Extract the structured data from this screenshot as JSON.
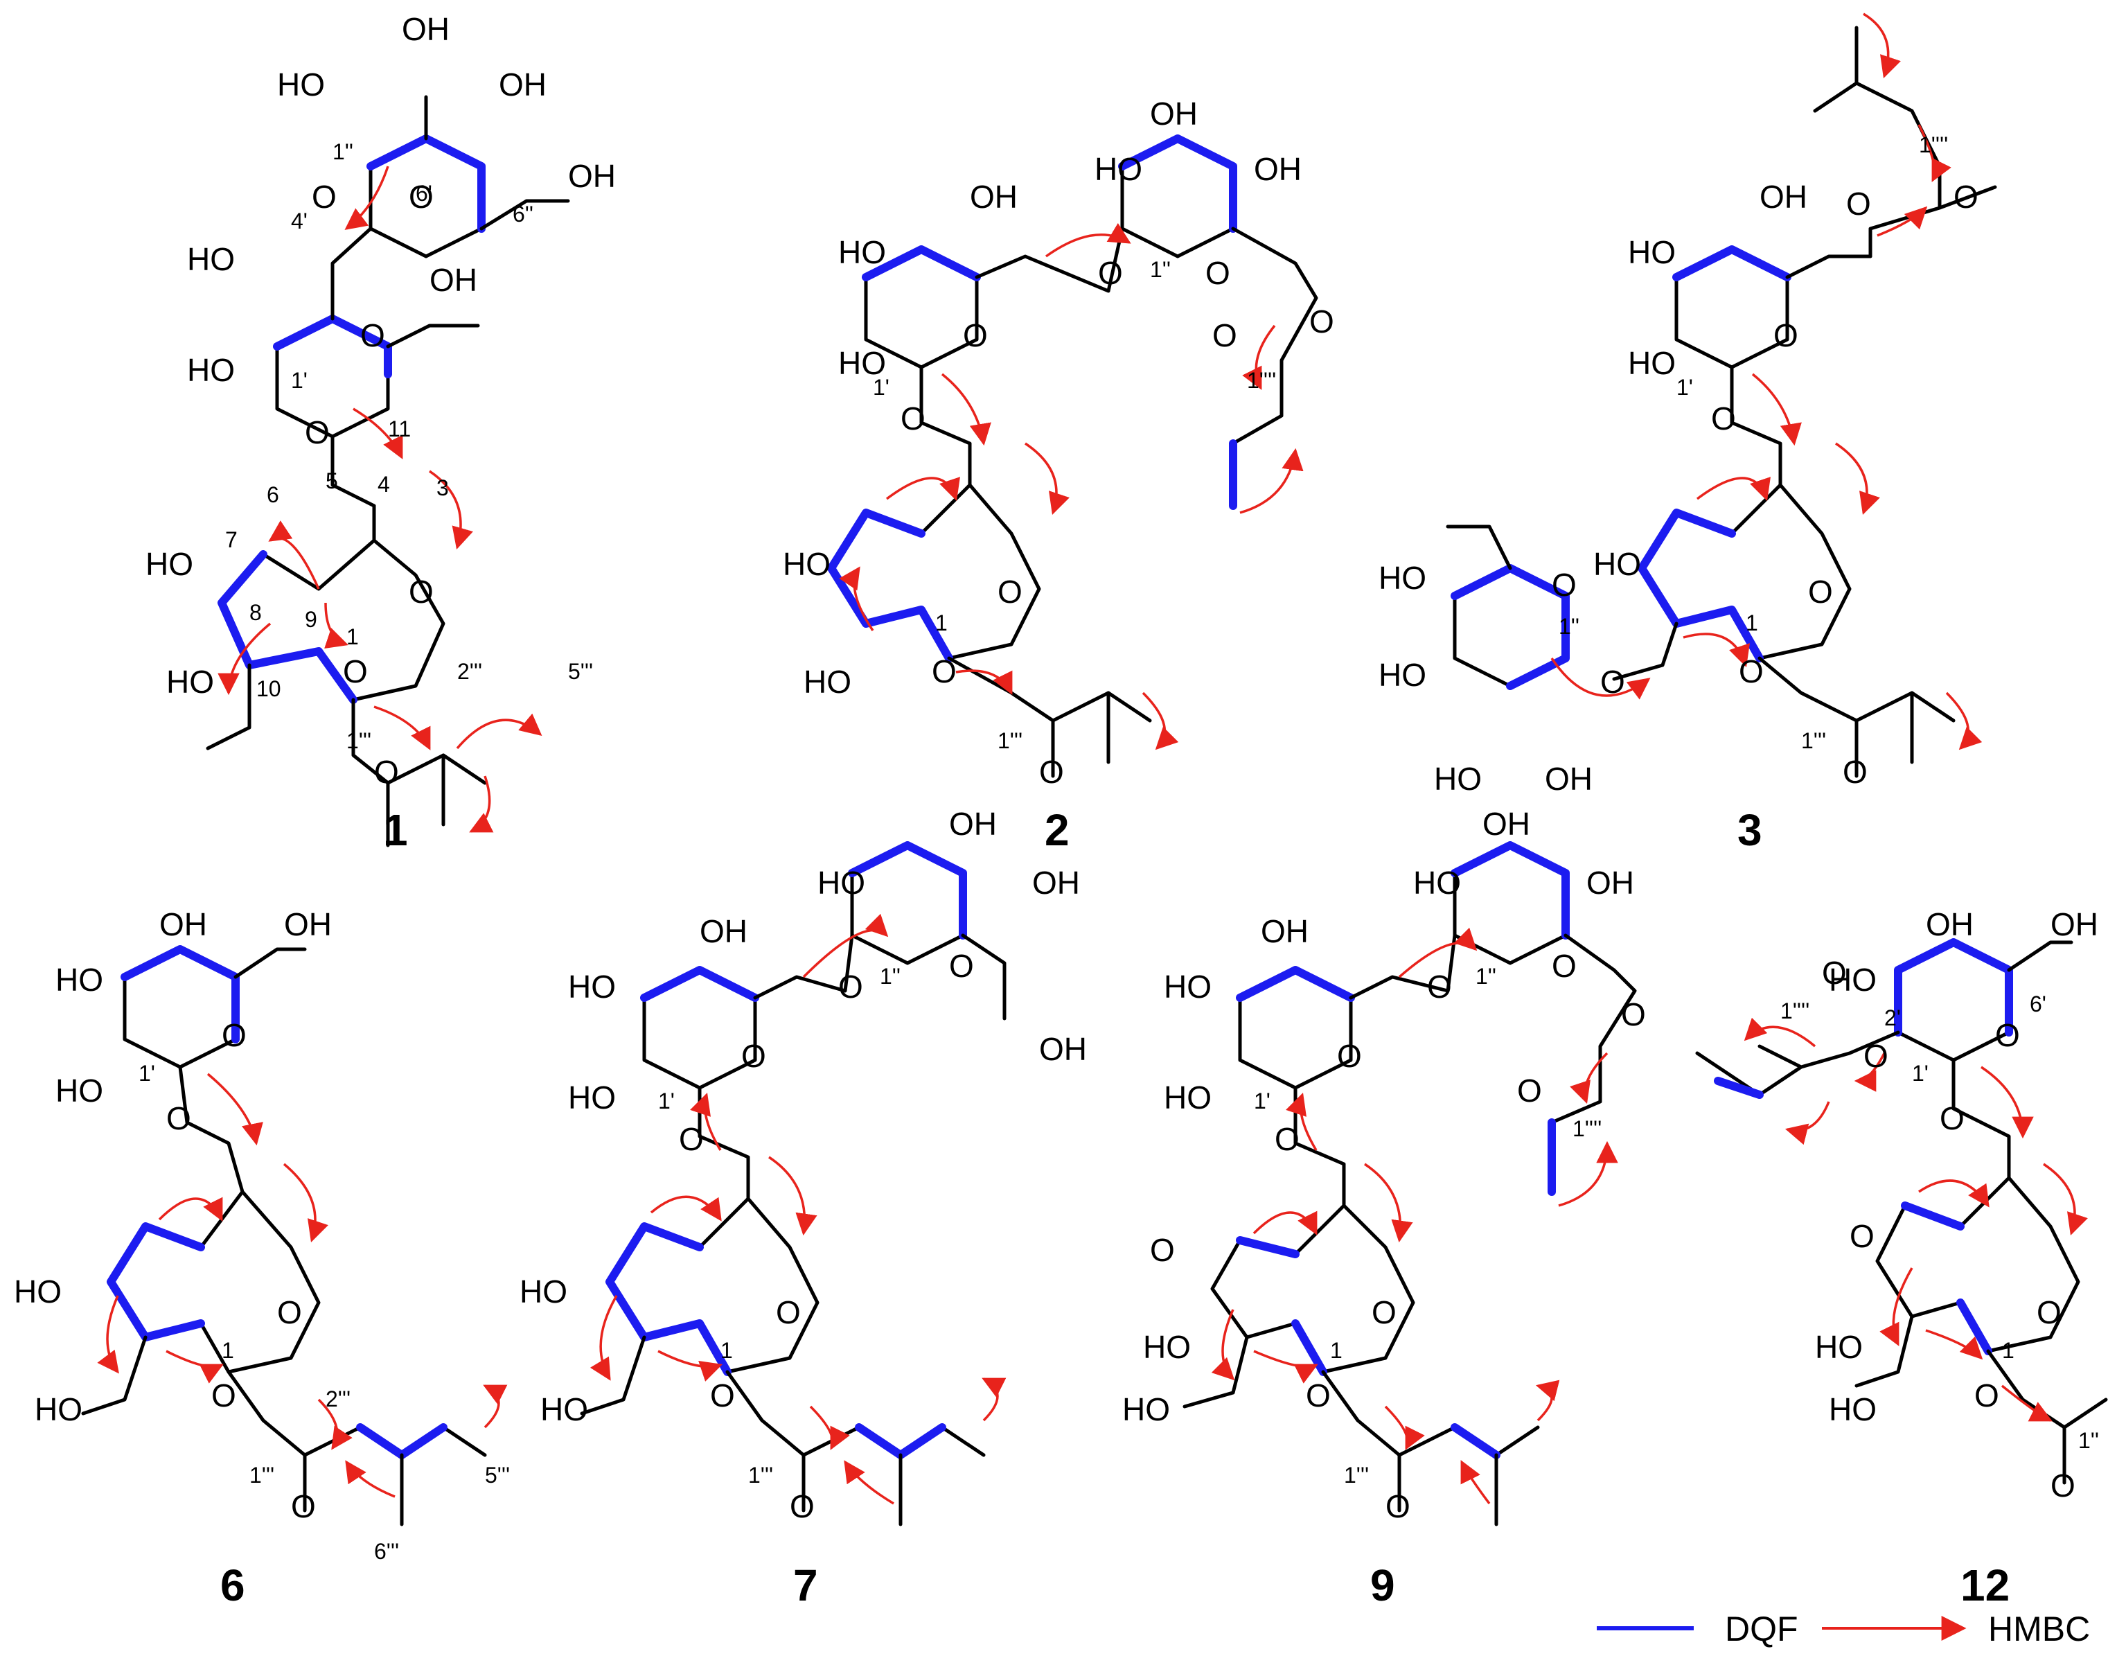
{
  "legend": {
    "dqf_label": "DQF",
    "hmbc_label": "HMBC",
    "dqf_color": "#1c1cf0",
    "hmbc_color": "#e8231c"
  },
  "compounds": [
    {
      "id": "1"
    },
    {
      "id": "2"
    },
    {
      "id": "3"
    },
    {
      "id": "6"
    },
    {
      "id": "7"
    },
    {
      "id": "9"
    },
    {
      "id": "12"
    }
  ],
  "labels": {
    "atoms": {
      "OH": "OH",
      "HO": "HO",
      "O": "O"
    },
    "locants": {
      "c1": "1",
      "c3": "3",
      "c4": "4",
      "c5": "5",
      "c6": "6",
      "c7": "7",
      "c8": "8",
      "c9": "9",
      "c10": "10",
      "c11": "11",
      "c1p": "1'",
      "c2p": "2'",
      "c4p": "4'",
      "c6p": "6'",
      "c1pp": "1''",
      "c6pp": "6''",
      "c1ppp": "1'''",
      "c2ppp": "2'''",
      "c5ppp": "5'''",
      "c6ppp": "6'''",
      "c1pppp": "1''''"
    }
  }
}
